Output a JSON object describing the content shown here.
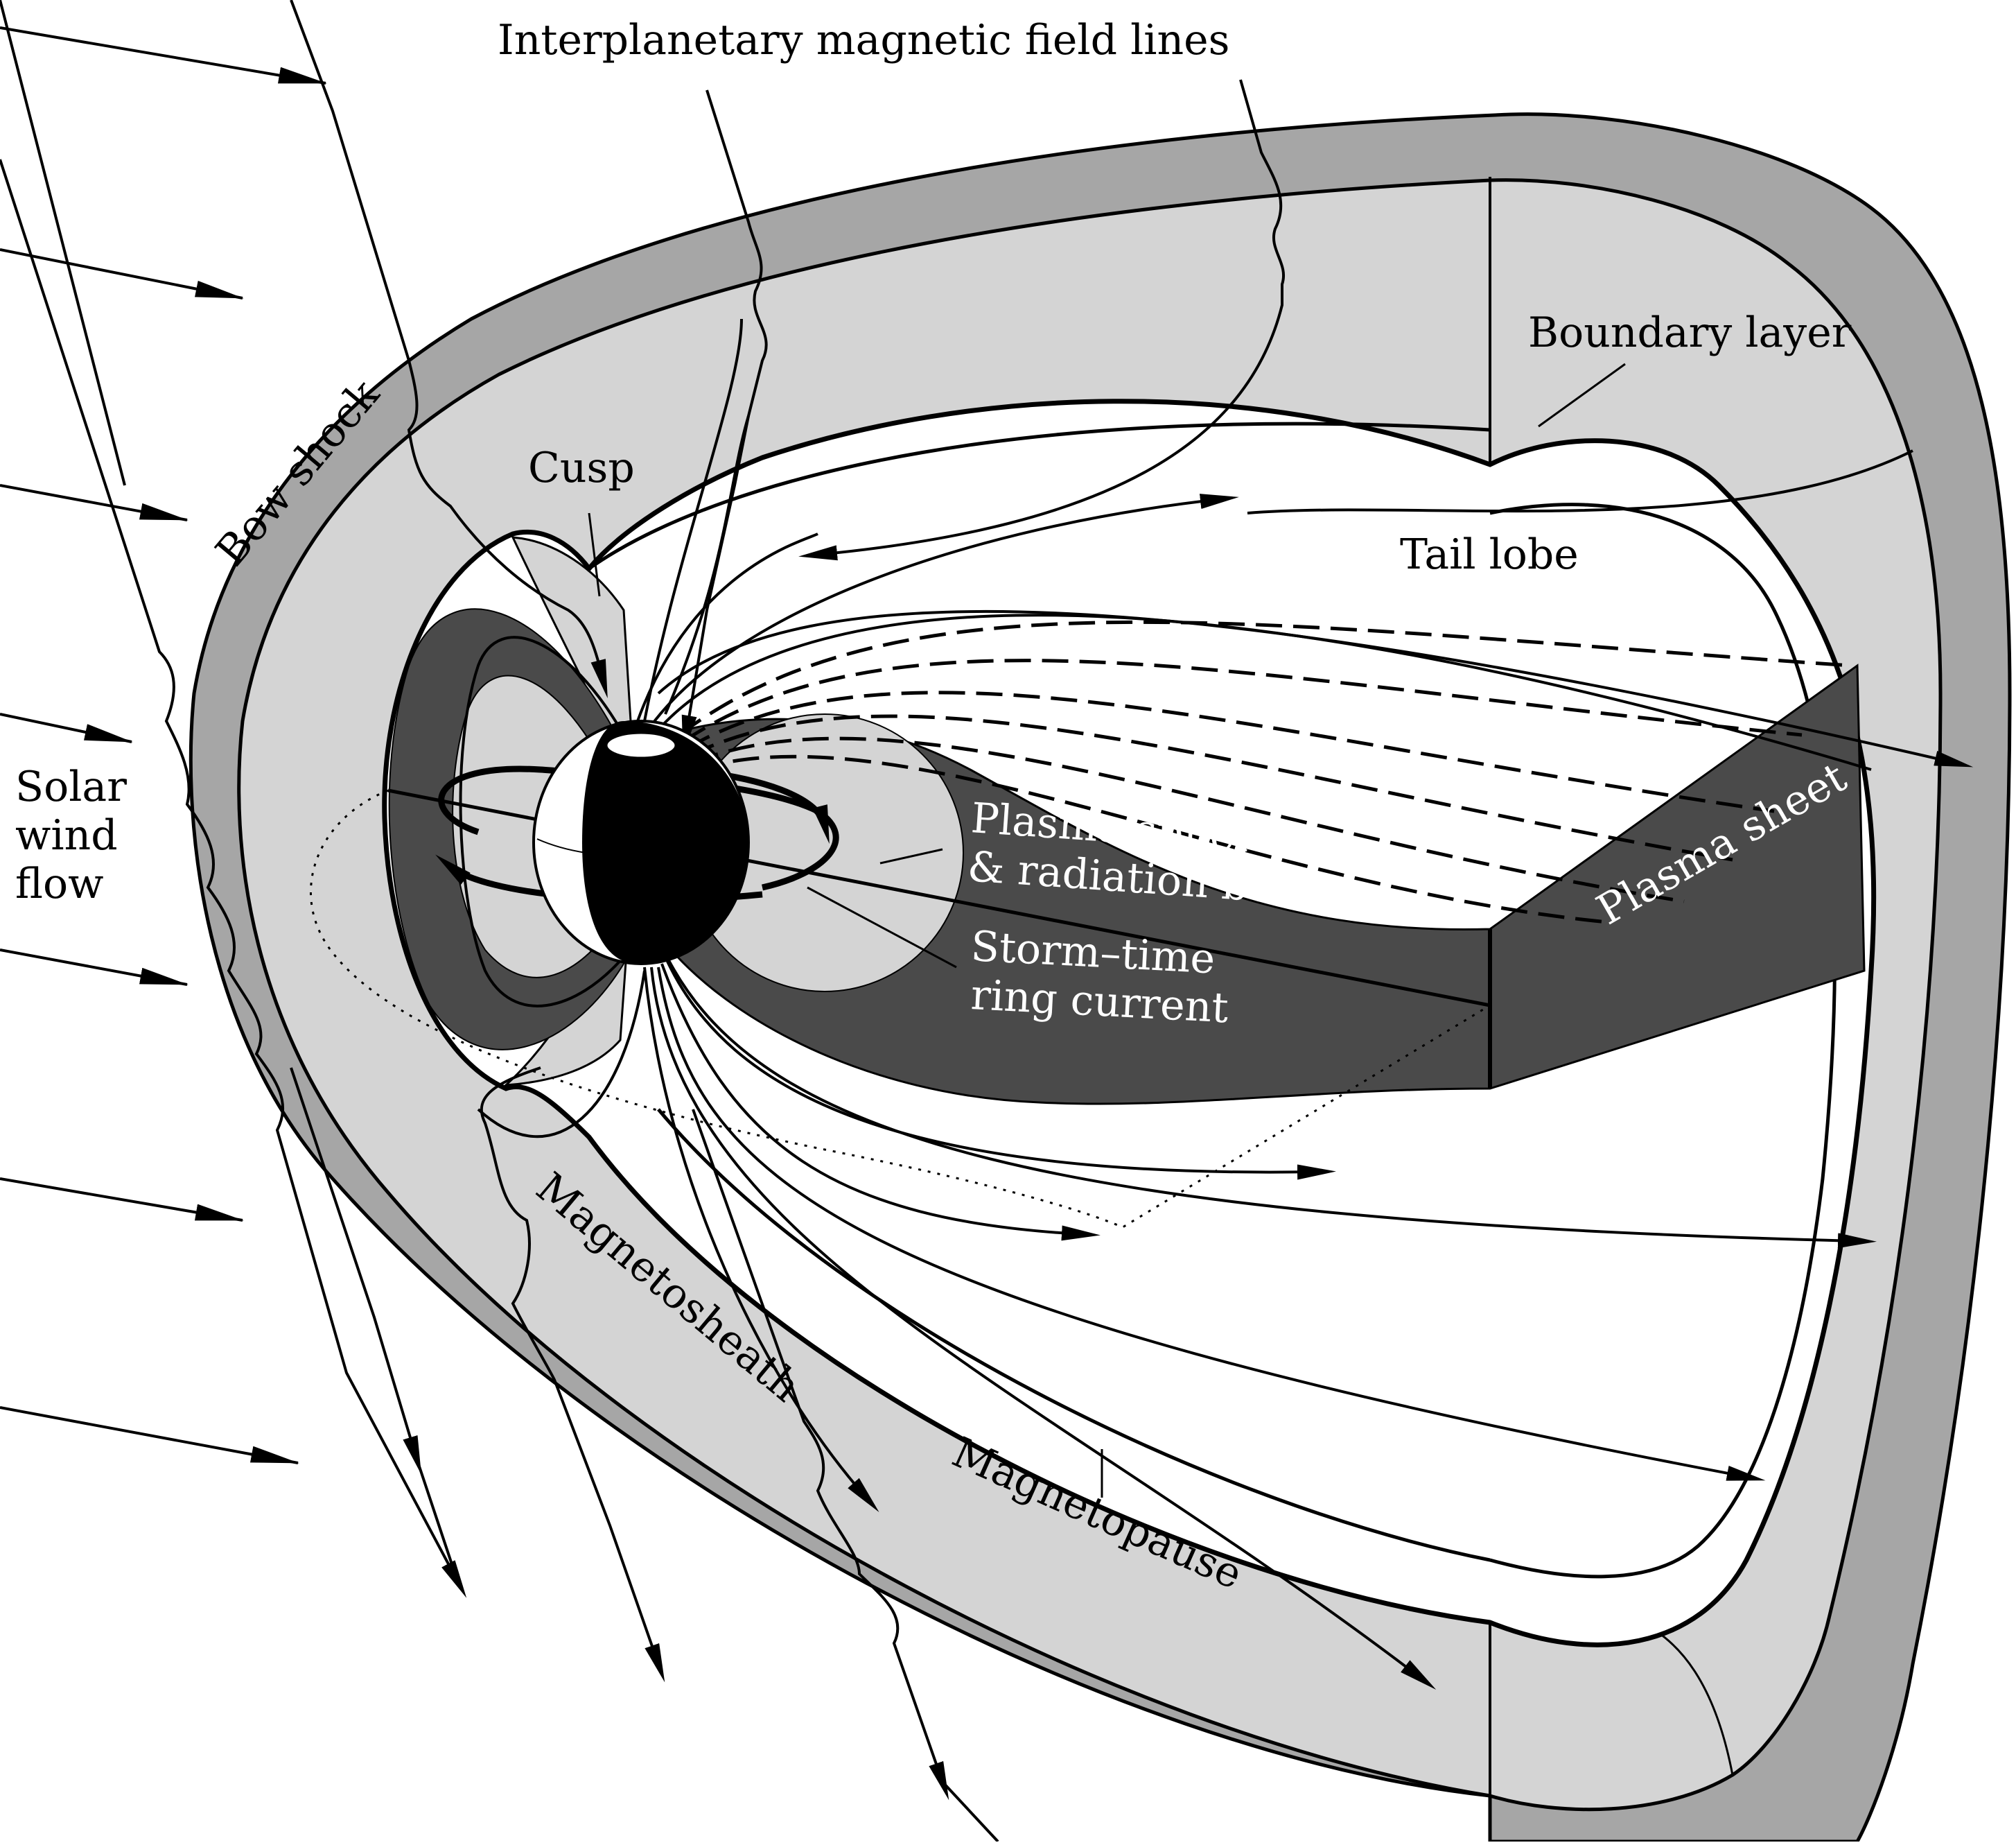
{
  "labels": {
    "imf": "Interplanetary magnetic field lines",
    "bow_shock": "Bow shock",
    "cusp": "Cusp",
    "boundary_layer": "Boundary layer",
    "tail_lobe": "Tail lobe",
    "solar_wind_1": "Solar",
    "solar_wind_2": "wind",
    "solar_wind_3": "flow",
    "plasma_sphere_1": "Plasma sphere",
    "plasma_sphere_2": "& radiation belts",
    "storm_time_1": "Storm–time",
    "storm_time_2": "ring current",
    "plasma_sheet": "Plasma sheet",
    "magnetosheath": "Magnetosheath",
    "magnetopause": "Magnetopause"
  },
  "colors": {
    "ink": "#000000",
    "bow_shock_layer": "#a6a6a6",
    "magnetosheath": "#d4d4d4",
    "dark_region": "#4a4a4a",
    "light_region": "#d4d4d4",
    "paper": "#ffffff"
  }
}
